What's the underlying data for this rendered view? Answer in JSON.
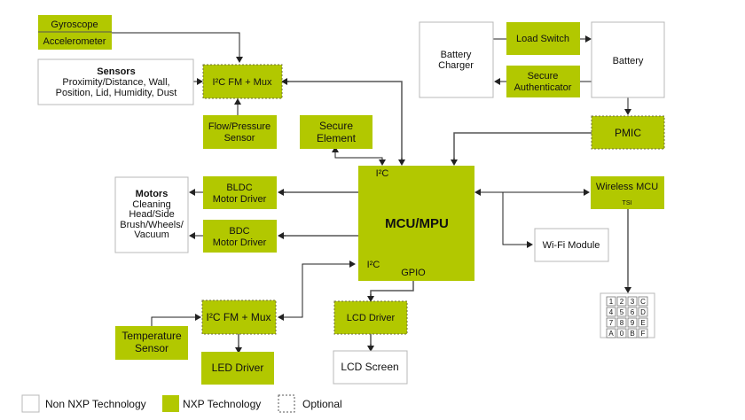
{
  "blocks": {
    "gyroscope": "Gyroscope",
    "accelerometer": "Accelerometer",
    "sensors_title": "Sensors",
    "sensors_line1": "Proximity/Distance, Wall,",
    "sensors_line2": "Position, Lid, Humidity, Dust",
    "i2c_mux_top": "I²C FM + Mux",
    "flow_line1": "Flow/Pressure",
    "flow_line2": "Sensor",
    "secure_elem_line1": "Secure",
    "secure_elem_line2": "Element",
    "battery_charger_line1": "Battery",
    "battery_charger_line2": "Charger",
    "load_switch": "Load Switch",
    "secure_auth_line1": "Secure",
    "secure_auth_line2": "Authenticator",
    "battery": "Battery",
    "pmic": "PMIC",
    "motors_title": "Motors",
    "motors_line1": "Cleaning",
    "motors_line2": "Head/Side",
    "motors_line3": "Brush/Wheels/",
    "motors_line4": "Vacuum",
    "bldc_line1": "BLDC",
    "bldc_line2": "Motor Driver",
    "bdc_line1": "BDC",
    "bdc_line2": "Motor Driver",
    "mcu": "MCU/MPU",
    "mcu_i2c_top": "I²C",
    "mcu_i2c_bottom": "I²C",
    "mcu_gpio": "GPIO",
    "wireless_mcu": "Wireless MCU",
    "tsi": "TSI",
    "wifi": "Wi-Fi Module",
    "temp_line1": "Temperature",
    "temp_line2": "Sensor",
    "i2c_mux_bottom": "I²C FM + Mux",
    "led_driver": "LED Driver",
    "lcd_driver": "LCD Driver",
    "lcd_screen": "LCD Screen",
    "keypad": [
      "1",
      "2",
      "3",
      "C",
      "4",
      "5",
      "6",
      "D",
      "7",
      "8",
      "9",
      "E",
      "A",
      "0",
      "B",
      "F"
    ]
  },
  "legend": {
    "non_nxp": "Non NXP Technology",
    "nxp": "NXP Technology",
    "optional": "Optional"
  },
  "colors": {
    "nxp_green": "#b2c800",
    "non_nxp_border": "#b8b8b8"
  }
}
